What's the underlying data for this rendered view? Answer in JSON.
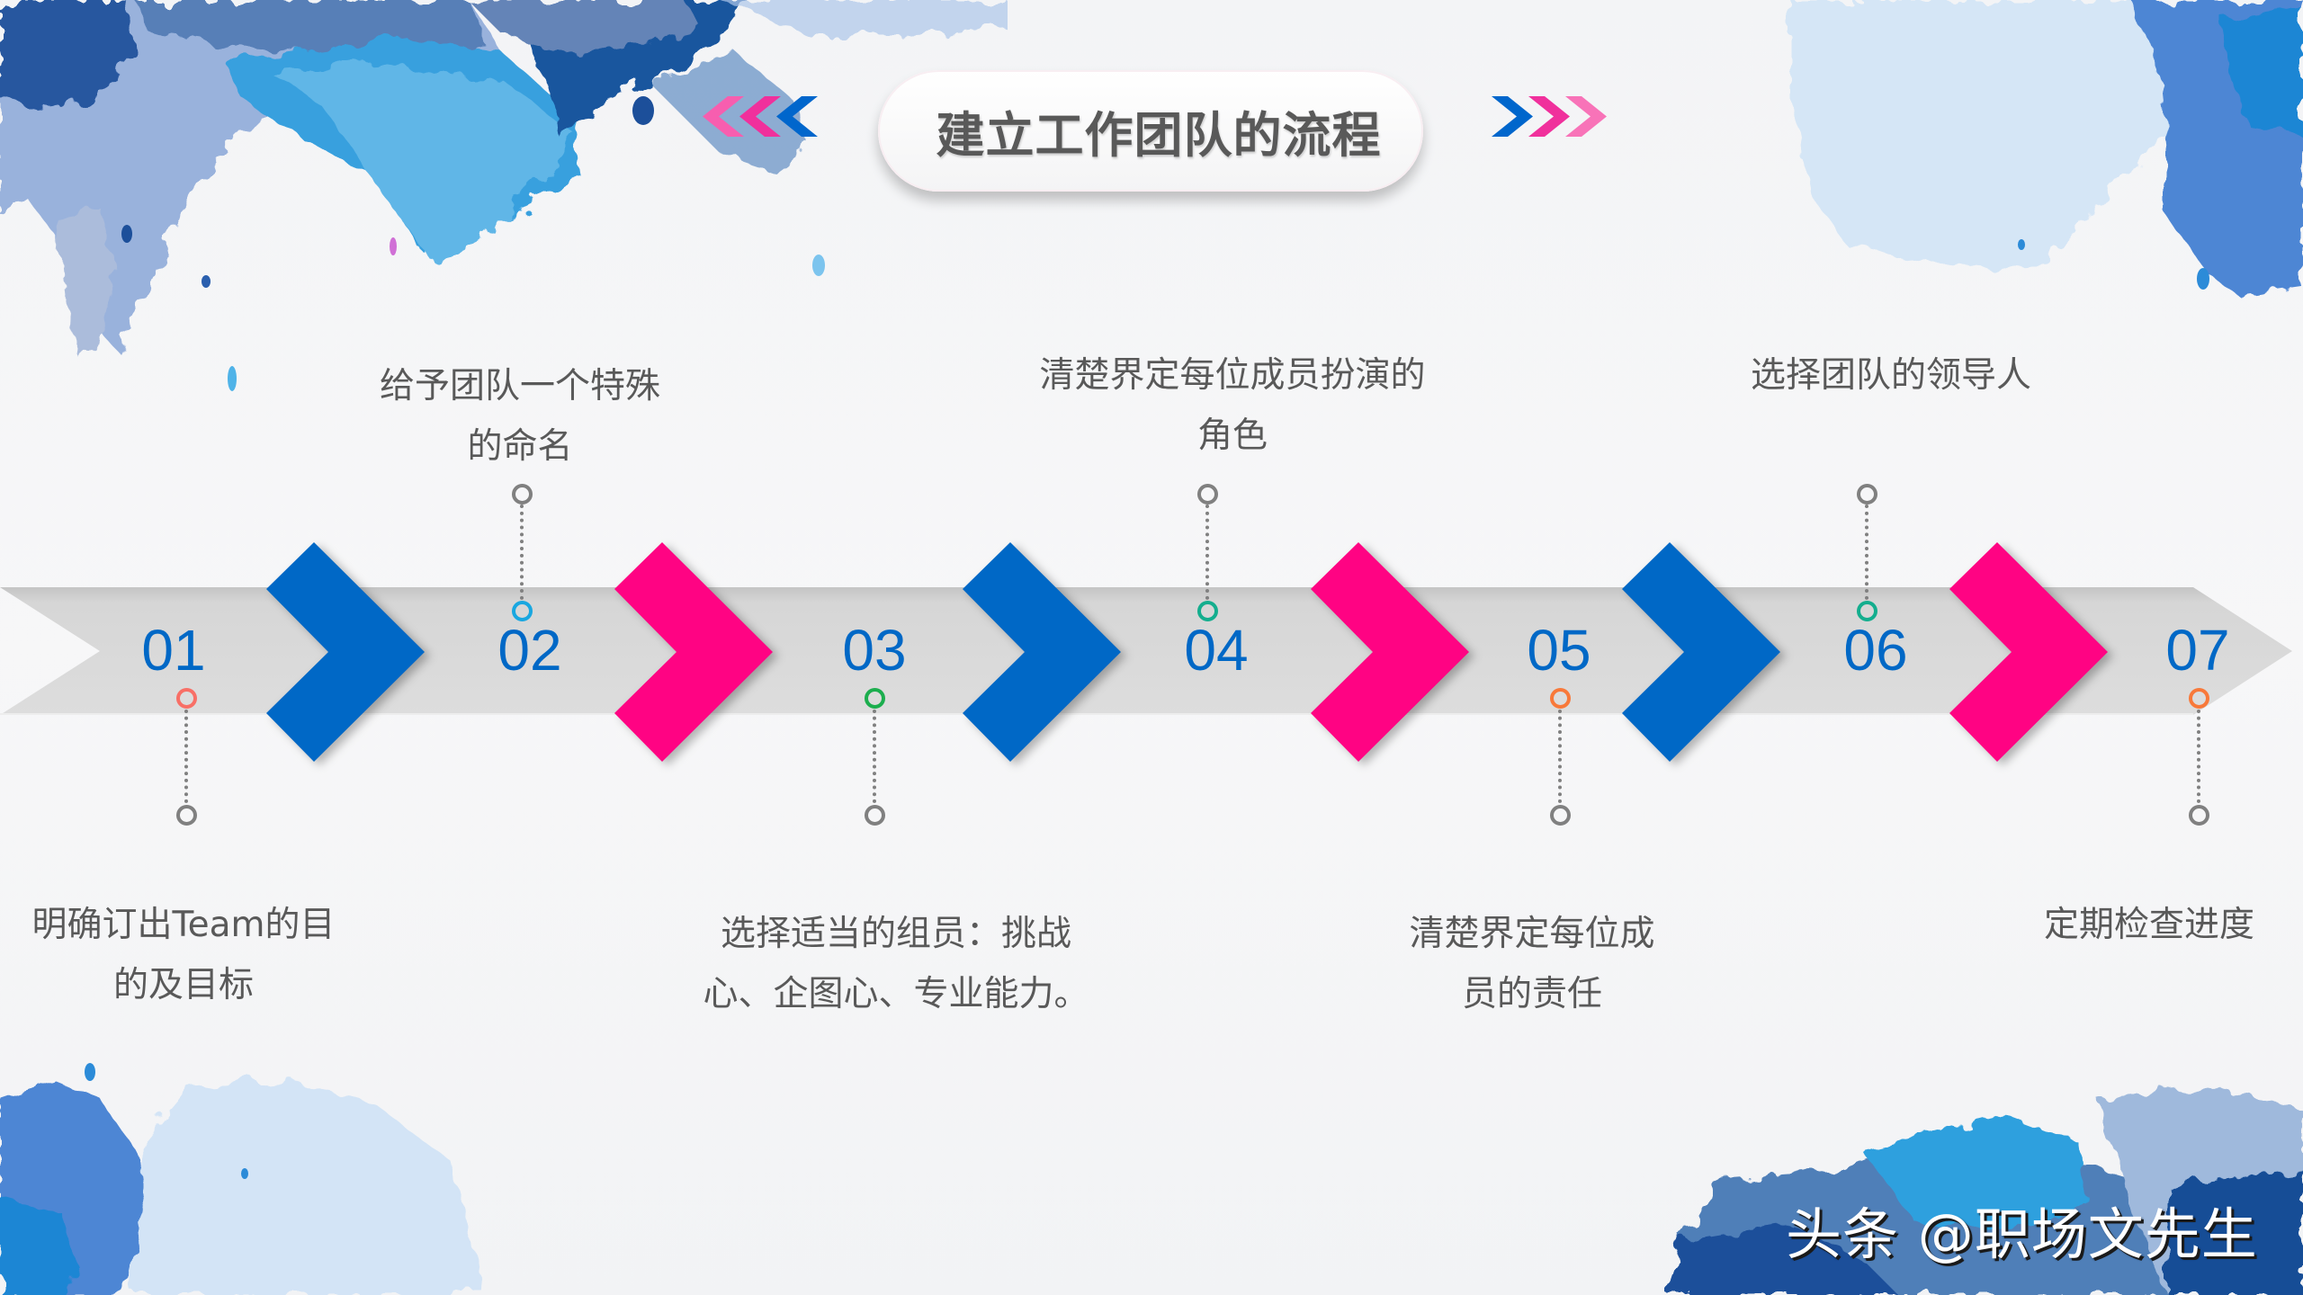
{
  "slide": {
    "title": "建立工作团队的流程",
    "header_chevrons": {
      "left": [
        "#F75EAF",
        "#F0309C",
        "#0066CC"
      ],
      "right": [
        "#0066CC",
        "#F0309C",
        "#F873B8"
      ]
    }
  },
  "colors": {
    "number": "#0068C6",
    "chevron_blue": "#0068C6",
    "chevron_pink": "#FF0383",
    "band": "#DCDCDC",
    "text": "#595959",
    "connector": "#808080"
  },
  "steps": [
    {
      "number": "01",
      "lines": [
        "明确订出Team的目",
        "的及目标"
      ],
      "position": "bottom",
      "marker_color": "#F86F66"
    },
    {
      "number": "02",
      "lines": [
        "给予团队一个特殊",
        "的命名"
      ],
      "position": "top",
      "marker_color": "#19A7E0"
    },
    {
      "number": "03",
      "lines": [
        "选择适当的组员：挑战",
        "心、企图心、专业能力。"
      ],
      "position": "bottom",
      "marker_color": "#1CAE4E"
    },
    {
      "number": "04",
      "lines": [
        "清楚界定每位成员扮演的",
        "角色"
      ],
      "position": "top",
      "marker_color": "#14AE8E"
    },
    {
      "number": "05",
      "lines": [
        "清楚界定每位成",
        "员的责任"
      ],
      "position": "bottom",
      "marker_color": "#F8793A"
    },
    {
      "number": "06",
      "lines": [
        "选择团队的领导人"
      ],
      "position": "top",
      "marker_color": "#14AE8E"
    },
    {
      "number": "07",
      "lines": [
        "定期检查进度"
      ],
      "position": "bottom",
      "marker_color": "#F8793A"
    }
  ],
  "chevrons": [
    {
      "color": "blue"
    },
    {
      "color": "pink"
    },
    {
      "color": "blue"
    },
    {
      "color": "pink"
    },
    {
      "color": "blue"
    },
    {
      "color": "pink"
    }
  ],
  "watermark": "头条 @职场文先生"
}
